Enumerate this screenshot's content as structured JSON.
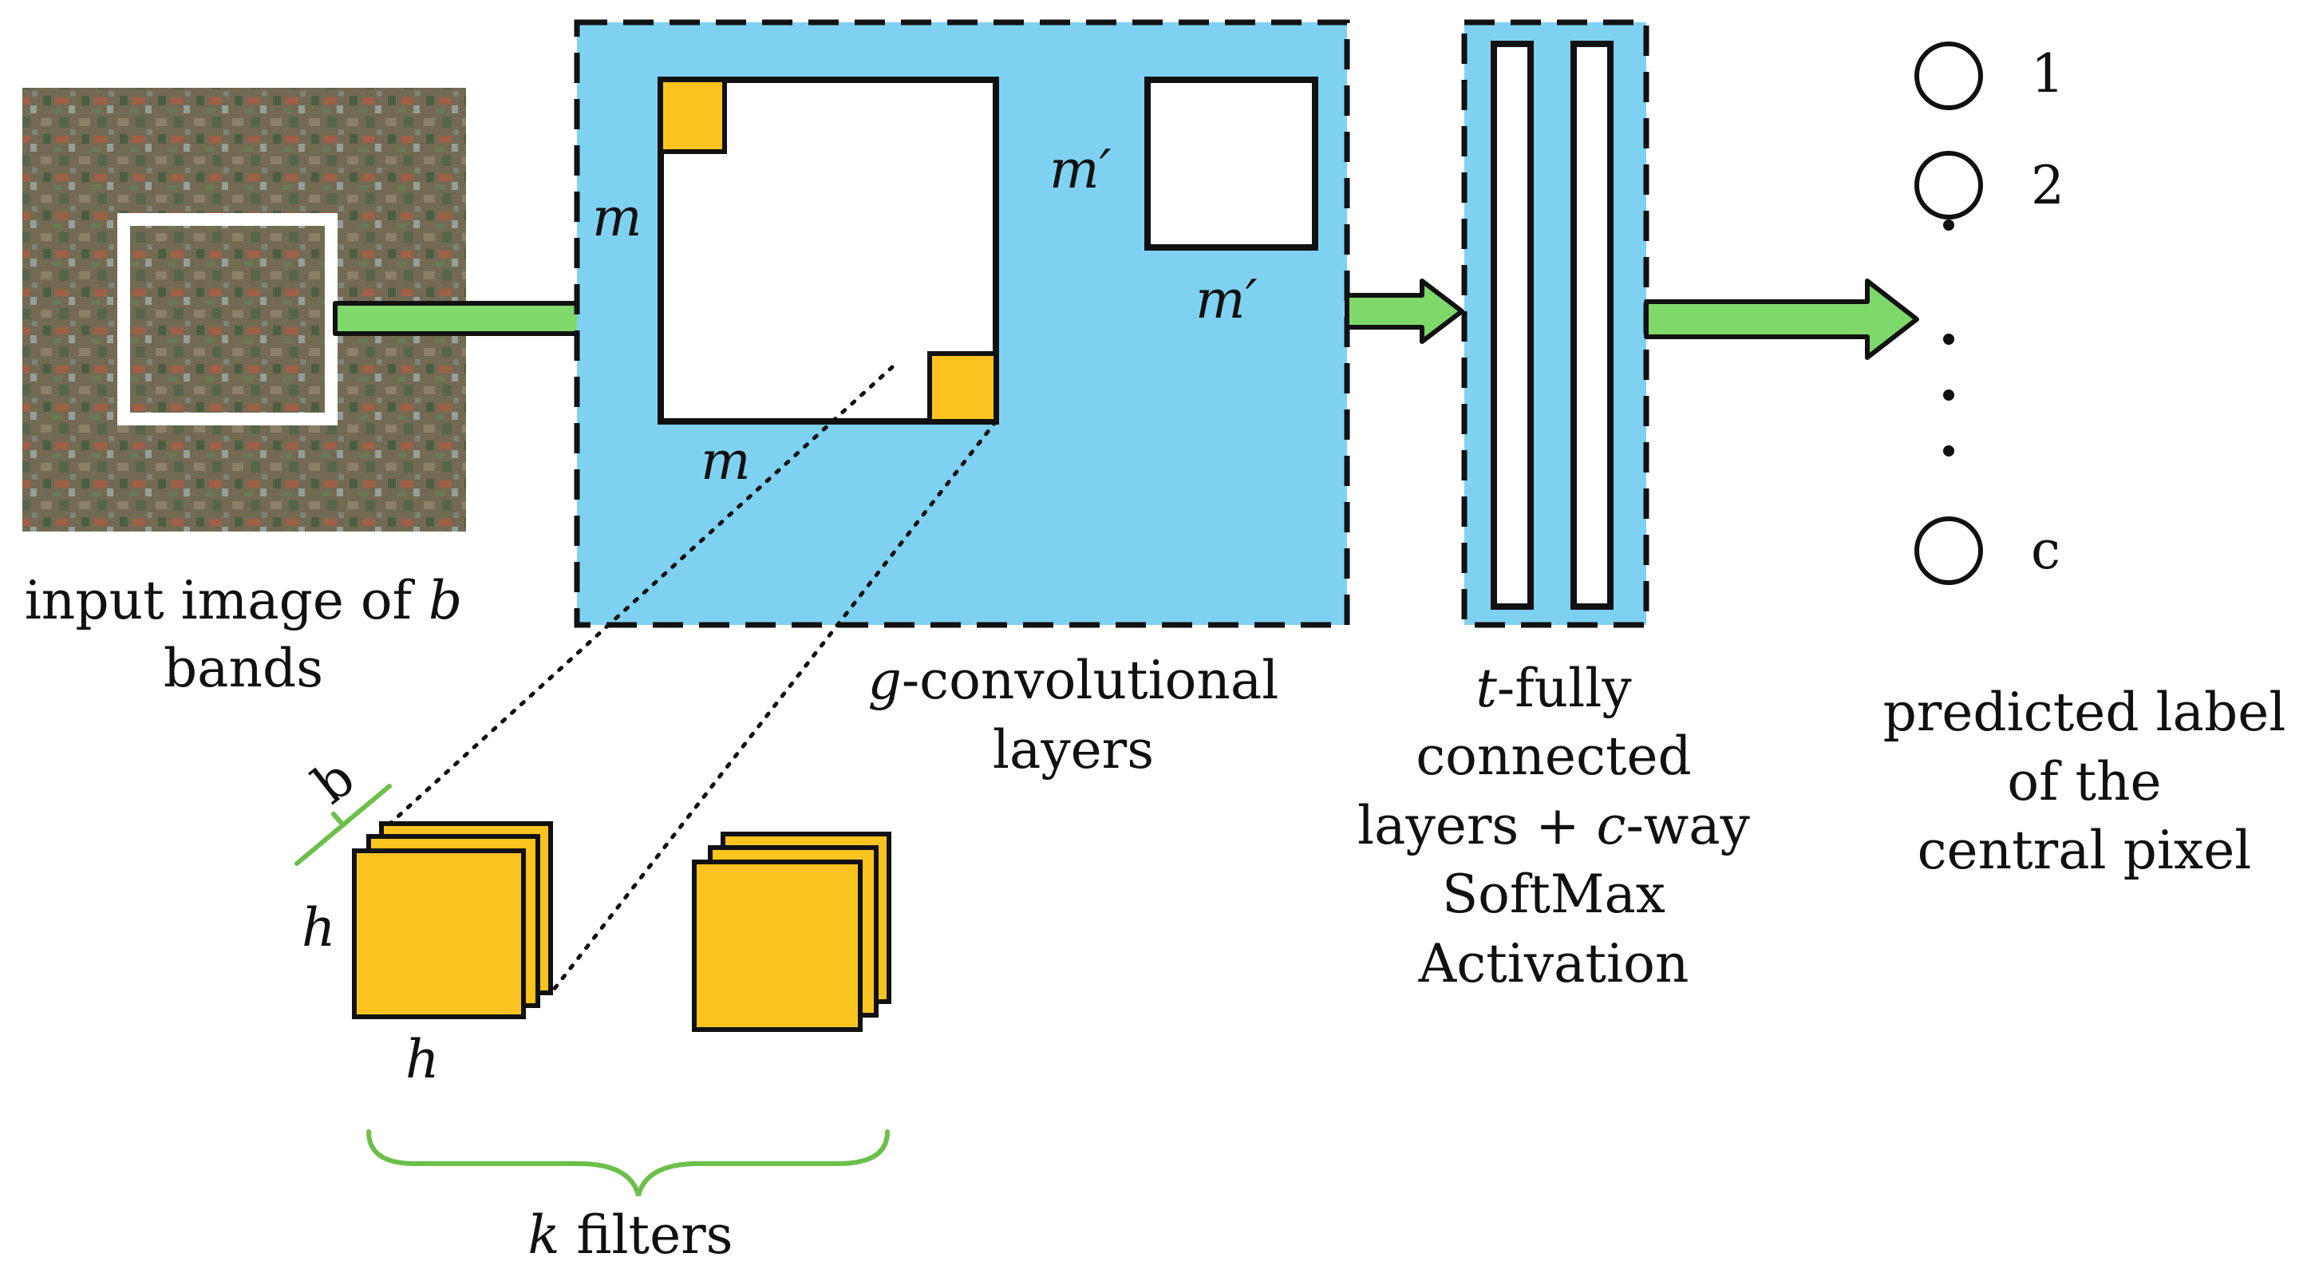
{
  "input": {
    "caption_line1_prefix": "input image of ",
    "caption_line1_var": "b",
    "caption_line2": "bands"
  },
  "conv": {
    "m_left": "m",
    "m_bottom": "m",
    "m_prime_left": "m′",
    "m_prime_bottom": "m′",
    "caption_var": "g",
    "caption_line1": "-convolutional",
    "caption_line2": "layers"
  },
  "filters": {
    "b_label": "b",
    "h_left": "h",
    "h_bottom": "h",
    "brace_var": "k",
    "brace_text": " filters"
  },
  "fc": {
    "caption_var": "t",
    "caption_line1": "-fully",
    "caption_line2": "connected",
    "caption_line3_prefix": "layers + ",
    "caption_line3_var": "c",
    "caption_line3_suffix": "-way",
    "caption_line4": "SoftMax",
    "caption_line5": "Activation"
  },
  "output": {
    "node_labels": [
      "1",
      "2",
      "c"
    ],
    "caption_line1": "predicted label",
    "caption_line2": "of the",
    "caption_line3": "central pixel"
  },
  "colors": {
    "panel_blue": "#7fd1f2",
    "filter_yellow": "#fbc31f",
    "arrow_green": "#7fd86a",
    "brace_green": "#6cc04a",
    "stroke": "#111111"
  }
}
